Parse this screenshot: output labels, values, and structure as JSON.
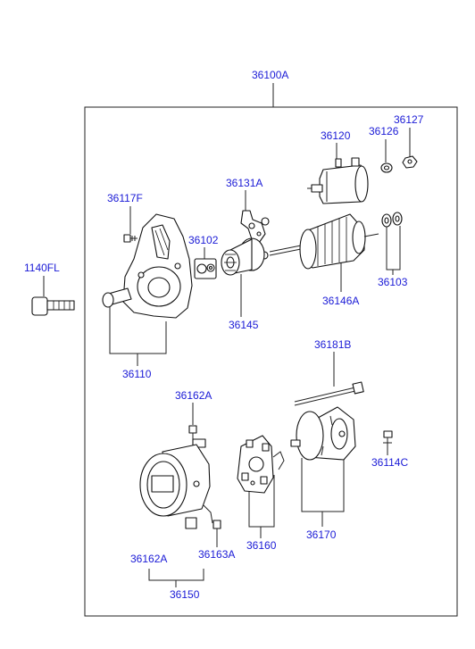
{
  "labels": {
    "assembly": "36100A",
    "solenoid": "36120",
    "washer_36126": "36126",
    "nut_36127": "36127",
    "lever_36131A": "36131A",
    "screw_36117F": "36117F",
    "kit_36102": "36102",
    "bolt_1140FL": "1140FL",
    "clutch_36145": "36145",
    "armature_36146A": "36146A",
    "washers_36103": "36103",
    "housing_36110": "36110",
    "bolt_36181B": "36181B",
    "brush_36162A_top": "36162A",
    "screw_36114C": "36114C",
    "brush_holder_36160": "36160",
    "end_frame_36170": "36170",
    "brush_36162A_bottom": "36162A",
    "screw_36163A": "36163A",
    "yoke_36150": "36150"
  }
}
